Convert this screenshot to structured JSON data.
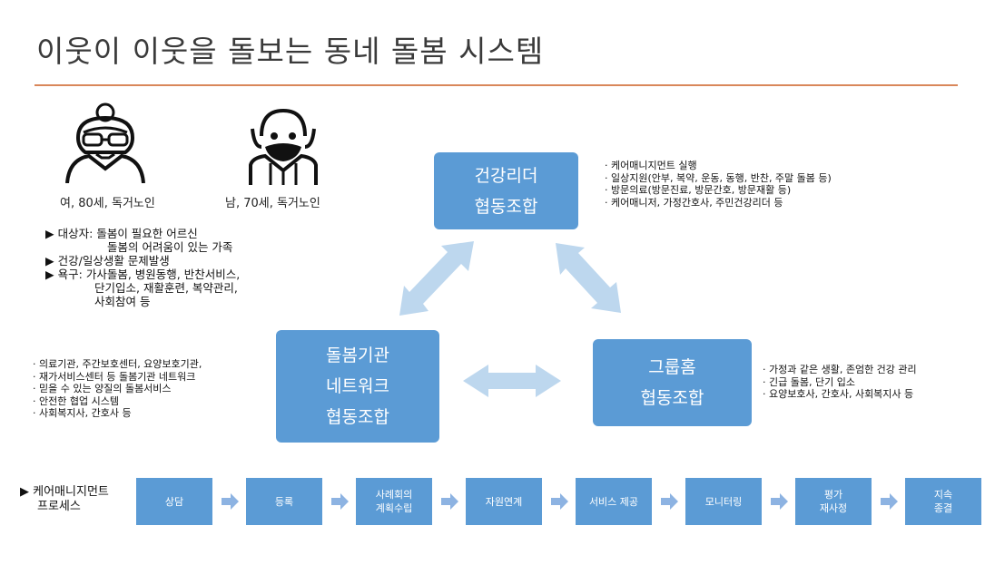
{
  "title": "이웃이 이웃을 돌보는 동네 돌봄 시스템",
  "people": [
    {
      "icon": "elderly-woman-icon",
      "label": "여, 80세, 독거노인"
    },
    {
      "icon": "elderly-man-icon",
      "label": "남, 70세, 독거노인"
    }
  ],
  "needs": {
    "marker": "▶",
    "target_label": "대상자:",
    "target_line1": "돌봄이 필요한 어르신",
    "target_line2": "돌봄의 어려움이 있는 가족",
    "problem": "건강/일상생활 문제발생",
    "request_label": "욕구:",
    "request_line1": "가사돌봄, 병원동행, 반찬서비스,",
    "request_line2": "단기입소, 재활훈련, 복약관리,",
    "request_line3": "사회참여 등"
  },
  "boxes": {
    "health": {
      "line1": "건강리더",
      "line2": "협동조합"
    },
    "care": {
      "line1": "돌봄기관",
      "line2": "네트워크",
      "line3": "협동조합"
    },
    "group": {
      "line1": "그룹홈",
      "line2": "협동조합"
    }
  },
  "health_info": [
    "케어매니지먼트 실행",
    "일상지원(안부, 복약, 운동, 동행, 반찬, 주말 돌봄 등)",
    "방문의료(방문진료, 방문간호, 방문재활 등)",
    "케어매니저, 가정간호사, 주민건강리더 등"
  ],
  "care_info": [
    "의료기관, 주간보호센터, 요양보호기관,",
    "재가서비스센터 등 돌봄기관 네트워크",
    "믿을 수 있는 양질의 돌봄서비스",
    "안전한 협업 시스템",
    "사회복지사, 간호사 등"
  ],
  "group_info": [
    "가정과 같은 생활, 존엄한 건강 관리",
    "긴급 돌봄, 단기 입소",
    "요양보호사, 간호사, 사회복지사 등"
  ],
  "process": {
    "marker": "▶",
    "label_line1": "케어매니지먼트",
    "label_line2": "프로세스",
    "steps": [
      {
        "line1": "상담",
        "line2": ""
      },
      {
        "line1": "등록",
        "line2": ""
      },
      {
        "line1": "사례회의",
        "line2": "계획수립"
      },
      {
        "line1": "자원연계",
        "line2": ""
      },
      {
        "line1": "서비스 제공",
        "line2": ""
      },
      {
        "line1": "모니터링",
        "line2": ""
      },
      {
        "line1": "평가",
        "line2": "재사정"
      },
      {
        "line1": "지속",
        "line2": "종결"
      }
    ]
  },
  "colors": {
    "box": "#5b9bd5",
    "arrow": "#bdd7ee",
    "rule": "#d9875a",
    "step_arrow": "#8db3e2"
  }
}
